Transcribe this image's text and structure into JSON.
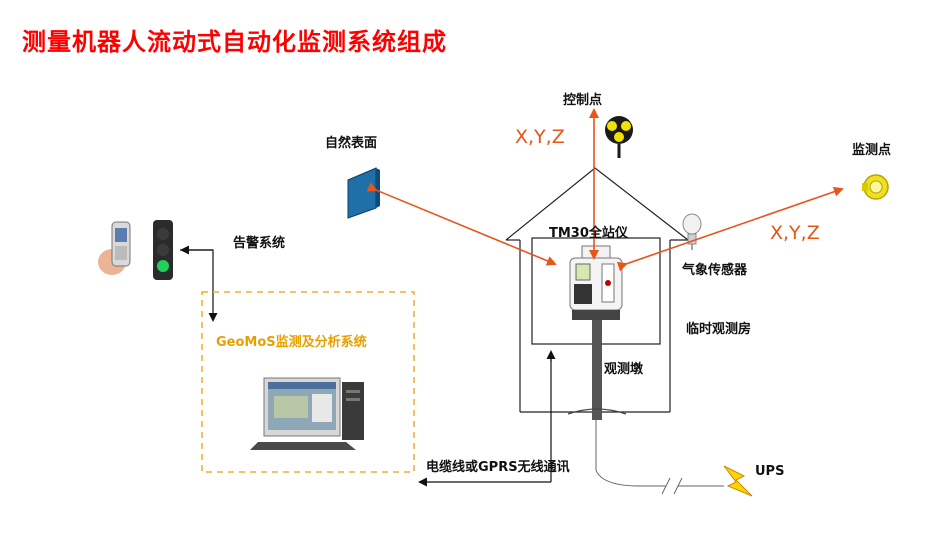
{
  "title": "测量机器人流动式自动化监测系统组成",
  "labels": {
    "control_point": "控制点",
    "natural_surface": "自然表面",
    "monitor_point": "监测点",
    "alarm_system": "告警系统",
    "total_station": "TM30全站仪",
    "weather_sensor": "气象传感器",
    "temp_room": "临时观测房",
    "pier": "观测墩",
    "geomos": "GeoMoS监测及分析系统",
    "cable": "电缆线或GPRS无线通讯",
    "ups": "UPS"
  },
  "coords": {
    "xyz_left": "X,Y,Z",
    "xyz_right": "X,Y,Z"
  },
  "colors": {
    "title": "#ff0000",
    "arrow": "#e8541a",
    "dashed_box": "#f0b030",
    "geomos_text": "#e8a000"
  }
}
